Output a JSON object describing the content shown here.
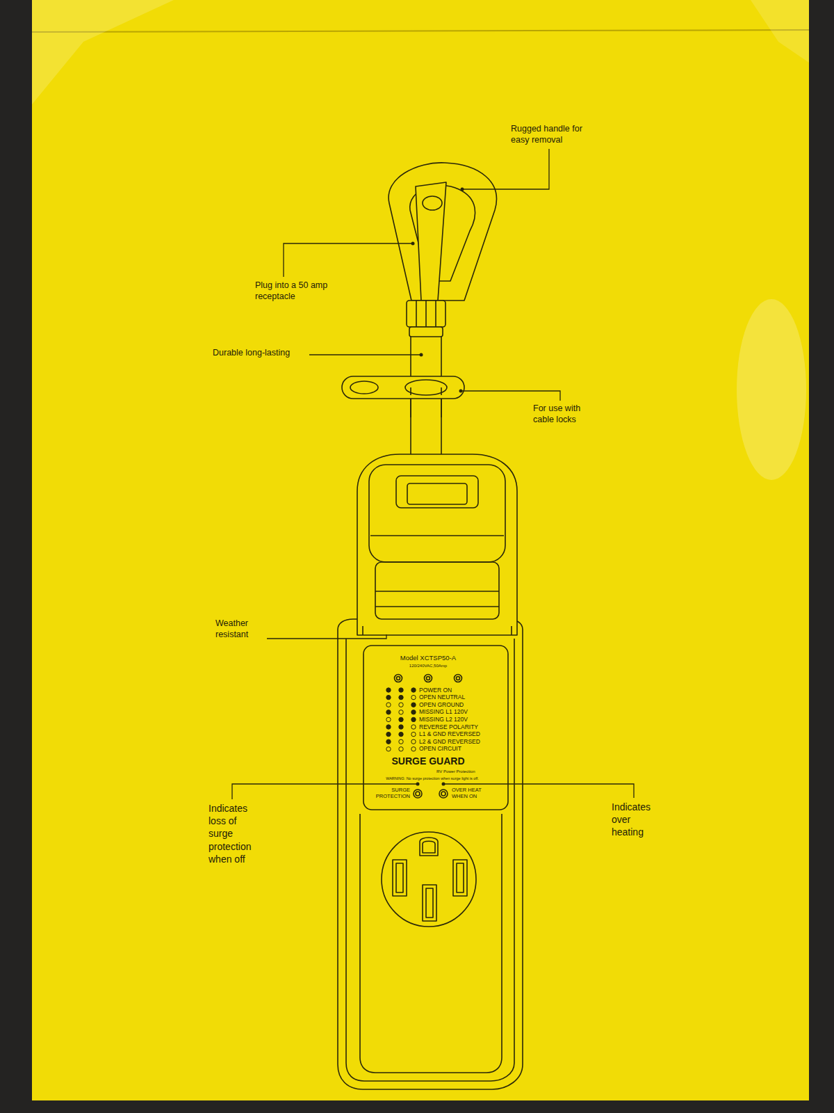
{
  "diagram": {
    "labels": [
      "Rugged handle for easy removal",
      "Plug into a 50 amp receptacle",
      "Durable long-lasting",
      "For use with cable locks",
      "Weather resistant",
      "Model XCTSP50-A",
      "120/240VAC,50Amp",
      "POWER ON",
      "OPEN NEUTRAL",
      "OPEN GROUND",
      "MISSING L1 120V",
      "MISSING L2 120V",
      "REVERSE POLARITY",
      "L1 & GND REVERSED",
      "L2 & GND REVERSED",
      "OPEN CIRCUIT",
      "SURGE GUARD",
      "RV Power Protection",
      "WARNING: No surge protection when surge light is off.",
      "SURGE PROTECTION",
      "OVER HEAT WHEN ON",
      "Indicates loss of surge protection when off",
      "Indicates over heating"
    ]
  }
}
